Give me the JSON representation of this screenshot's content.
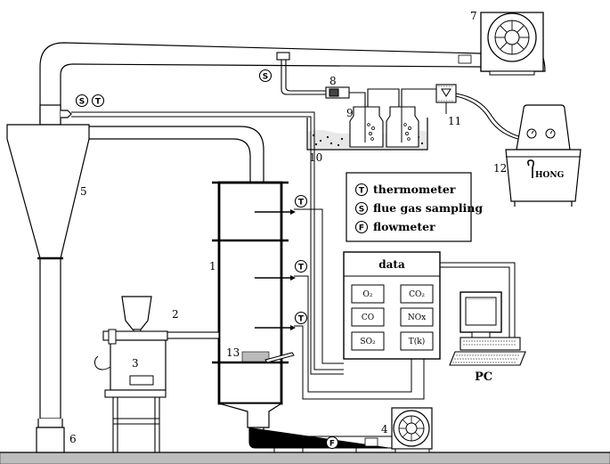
{
  "numbers": {
    "n1": "1",
    "n2": "2",
    "n3": "3",
    "n4": "4",
    "n5": "5",
    "n6": "6",
    "n7": "7",
    "n8": "8",
    "n9": "9",
    "n10": "10",
    "n11": "11",
    "n12": "12",
    "n13": "13"
  },
  "symbols": {
    "T": "T",
    "S": "S",
    "F": "F"
  },
  "legend": {
    "thermometer": "thermometer",
    "flue_gas_sampling": "flue gas sampling",
    "flowmeter": "flowmeter"
  },
  "data_box": {
    "title": "data",
    "o2": "O₂",
    "co2": "CO₂",
    "co": "CO",
    "nox": "NOx",
    "so2": "SO₂",
    "tk": "T(k)"
  },
  "pc_label": "PC",
  "heater_brand": "HONG"
}
